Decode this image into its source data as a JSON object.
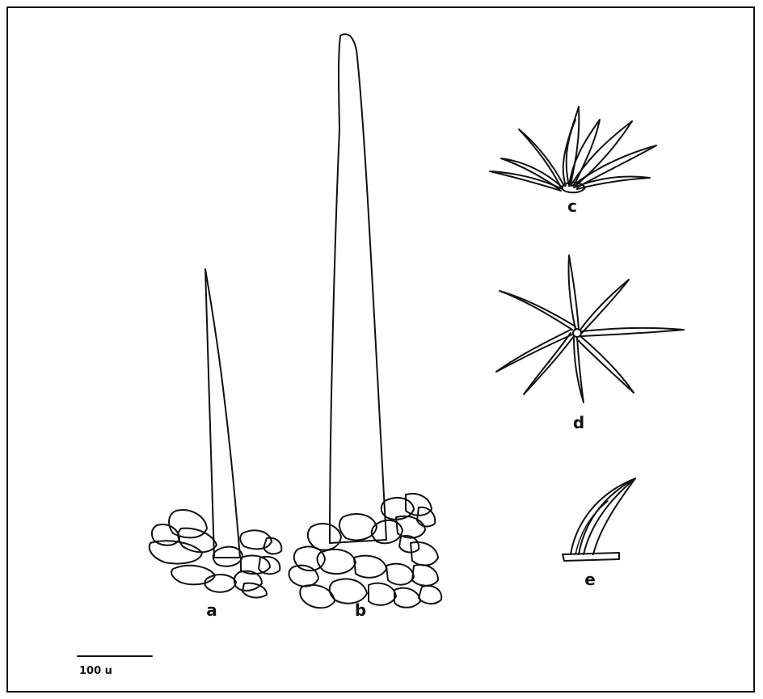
{
  "figure": {
    "labels": {
      "a": "a",
      "b": "b",
      "c": "c",
      "d": "d",
      "e": "e"
    },
    "scale_bar": {
      "text": "100 u"
    }
  }
}
